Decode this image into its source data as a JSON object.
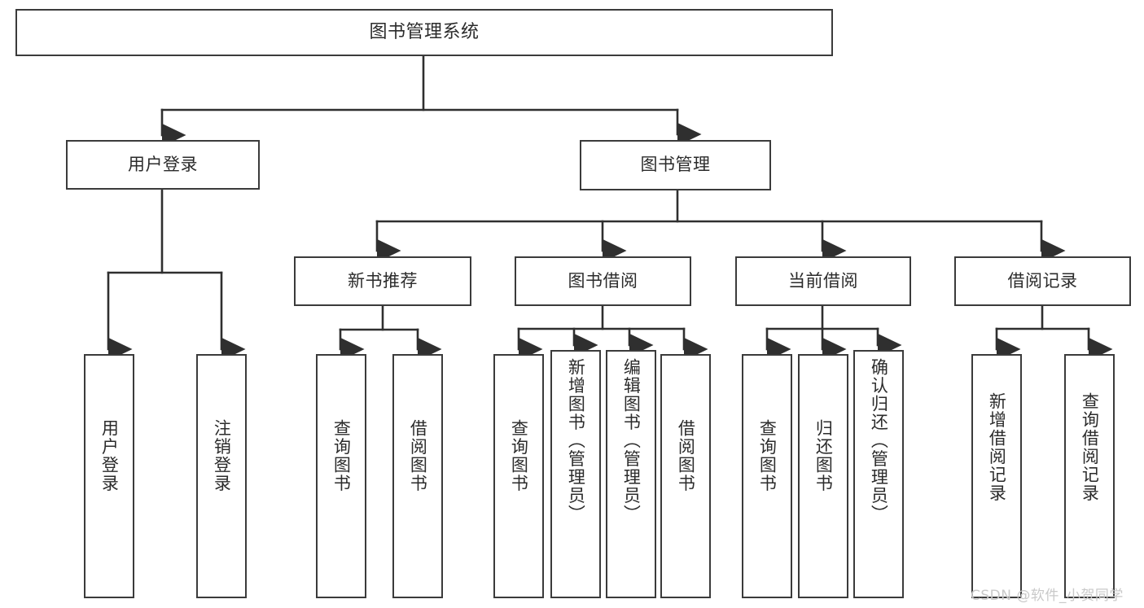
{
  "diagram": {
    "type": "tree-hierarchy-chart",
    "title": "图书管理系统",
    "orientation": "top-down",
    "colors": {
      "box_border": "#3b3b3b",
      "box_fill": "#ffffff",
      "line": "#2f2f2f",
      "text": "#2b2b2b",
      "watermark": "#c9c9c9",
      "background": "#ffffff"
    },
    "levels": {
      "level1": [
        "图书管理系统"
      ],
      "level2": [
        "用户登录",
        "图书管理"
      ],
      "level3": [
        "新书推荐",
        "图书借阅",
        "当前借阅",
        "借阅记录"
      ],
      "level4": [
        "用户登录",
        "注销登录",
        "查询图书",
        "借阅图书",
        "查询图书",
        "新增图书（管理员）",
        "编辑图书（管理员）",
        "借阅图书",
        "查询图书",
        "归还图书",
        "确认归还（管理员）",
        "新增借阅记录",
        "查询借阅记录"
      ]
    }
  },
  "nodes": {
    "root": {
      "label": "图书管理系统"
    },
    "user_login": {
      "label": "用户登录"
    },
    "book_manage": {
      "label": "图书管理"
    },
    "new_book_rec": {
      "label": "新书推荐"
    },
    "book_borrow": {
      "label": "图书借阅"
    },
    "current_borrow": {
      "label": "当前借阅"
    },
    "borrow_record": {
      "label": "借阅记录"
    },
    "leaf_user_login": {
      "label": "用户登录"
    },
    "leaf_logout": {
      "label": "注销登录"
    },
    "leaf_query_book_1": {
      "label": "查询图书"
    },
    "leaf_borrow_book_1": {
      "label": "借阅图书"
    },
    "leaf_query_book_2": {
      "label": "查询图书"
    },
    "leaf_add_book": {
      "label": "新增图书（管理员）"
    },
    "leaf_edit_book": {
      "label": "编辑图书（管理员）"
    },
    "leaf_borrow_book_2": {
      "label": "借阅图书"
    },
    "leaf_query_book_3": {
      "label": "查询图书"
    },
    "leaf_return_book": {
      "label": "归还图书"
    },
    "leaf_confirm_return": {
      "label": "确认归还（管理员）"
    },
    "leaf_add_record": {
      "label": "新增借阅记录"
    },
    "leaf_query_record": {
      "label": "查询借阅记录"
    }
  },
  "watermark": {
    "text": "CSDN @软件_小贺同学"
  }
}
